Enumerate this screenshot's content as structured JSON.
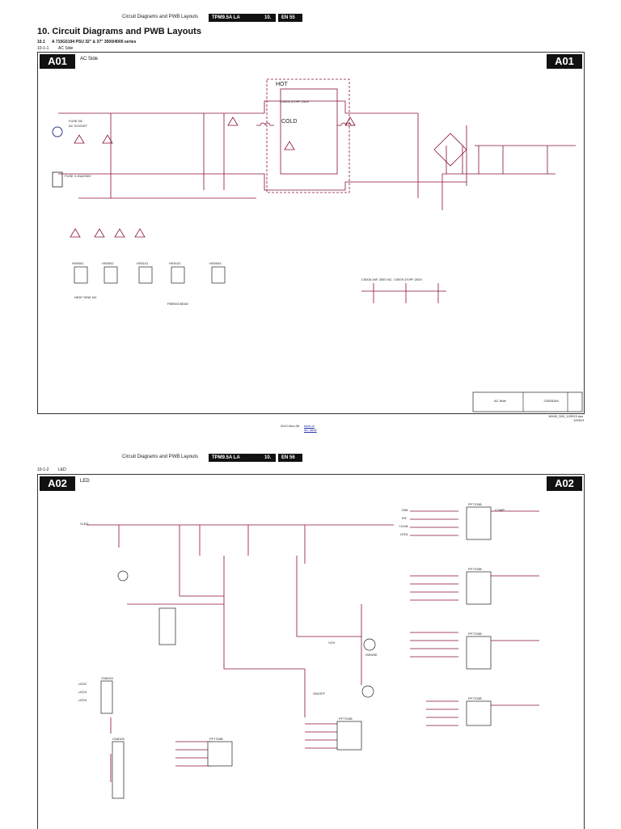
{
  "page1": {
    "header": {
      "title": "Circuit Diagrams and PWB Layouts",
      "model": "TPM9.5A LA",
      "section": "10.",
      "page": "EN 55"
    },
    "section_title": "10. Circuit Diagrams and PWB Layouts",
    "subtitle_num": "10.1",
    "subtitle": "A 715G5194 PSU 32\" & 37\" 3500/4000 series",
    "sub_num": "10-1-1",
    "sub_name": "AC Side",
    "diagram_label": "A01",
    "diagram_label_right": "A01",
    "side_text": "AC Side",
    "title_block": {
      "name": "AC Side",
      "code": "715G5194"
    },
    "footer_small": "18440_500_120913.eps",
    "footer_small2": "120913",
    "date": "2012-Nov-06",
    "link_text": "back to div. table",
    "components": {
      "hot": "HOT",
      "cold": "COLD",
      "fuse": "FUSE NC",
      "ac_socket": "AC SOCKET",
      "fuse1": "FUSE 3.15A/250V",
      "heat_sinks": [
        "HS9001",
        "HS9002",
        "HS9101",
        "HS9102",
        "HS9003"
      ],
      "heat_sink_label": "HEAT SINK NC",
      "c1": "C9008 1NF 250V NC",
      "c2": "C9009 470PF 250V",
      "bead": "FB9004 BEAD",
      "cap_hot": "C9005 470PF 250V"
    }
  },
  "page2": {
    "header": {
      "title": "Circuit Diagrams and PWB Layouts",
      "model": "TPM9.5A LA",
      "section": "10.",
      "page": "EN 56"
    },
    "sub_num": "10-1-2",
    "sub_name": "LED",
    "diagram_label": "A02",
    "diagram_label_right": "A02",
    "side_text": "LED",
    "components": {
      "ic": "PF7700B",
      "conn1": "CN8104",
      "conn2": "CN8105",
      "nets": [
        "DIM",
        "EN",
        "+12VA",
        "LED1",
        "LED2",
        "LED3",
        "LED4",
        "VLED",
        "COMP",
        "ISENSE",
        "ON/OFF",
        "+12V"
      ]
    }
  }
}
